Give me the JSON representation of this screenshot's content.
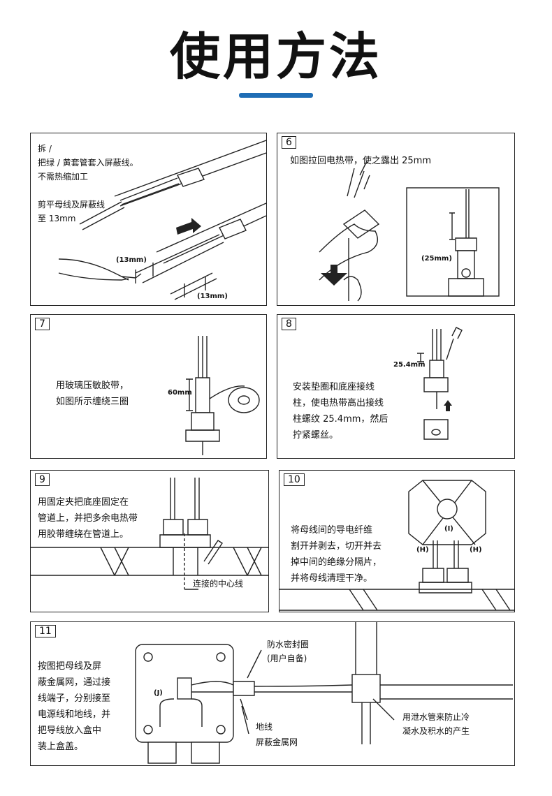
{
  "header": {
    "title": "使用方法",
    "accent_color": "#1f6db5"
  },
  "panels": {
    "p5": {
      "text_lines": [
        "拆 /",
        "把绿 / 黄套管套入屏蔽线。",
        "不需热缩加工"
      ],
      "text2_lines": [
        "剪平母线及屏蔽线",
        "至 13mm"
      ],
      "dim1": "(13mm)",
      "dim2": "(13mm)"
    },
    "p6": {
      "number": "6",
      "text": "如图拉回电热带，使之露出 25mm",
      "dim": "(25mm)"
    },
    "p7": {
      "number": "7",
      "text_lines": [
        "用玻璃压敏胶带，",
        "如图所示缠绕三圈"
      ],
      "dim": "60mm"
    },
    "p8": {
      "number": "8",
      "text_lines": [
        "安装垫圈和底座接线",
        "柱，使电热带高出接线",
        "柱螺纹 25.4mm，然后",
        "拧紧螺丝。"
      ],
      "dim": "25.4mm"
    },
    "p9": {
      "number": "9",
      "text_lines": [
        "用固定夹把底座固定在",
        "管道上，并把多余电热带",
        "用胶带缠绕在管道上。"
      ],
      "callout": "连接的中心线"
    },
    "p10": {
      "number": "10",
      "text_lines": [
        "将母线间的导电纤维",
        "割开并剥去，切开并去",
        "掉中间的绝缘分隔片，",
        "并将母线清理干净。"
      ],
      "label_i": "(I)",
      "label_h1": "(H)",
      "label_h2": "(H)"
    },
    "p11": {
      "number": "11",
      "text_lines": [
        "按图把母线及屏",
        "蔽金属网，通过接",
        "线端子，分别接至",
        "电源线和地线，并",
        "把导线放入盒中",
        "装上盒盖。"
      ],
      "callout_seal": "防水密封圈",
      "callout_seal2": "(用户自备)",
      "callout_ground": "地线",
      "callout_shield": "屏蔽金属网",
      "callout_drain_lines": [
        "用泄水管来防止冷",
        "凝水及积水的产生"
      ],
      "label_j": "(J)"
    }
  }
}
